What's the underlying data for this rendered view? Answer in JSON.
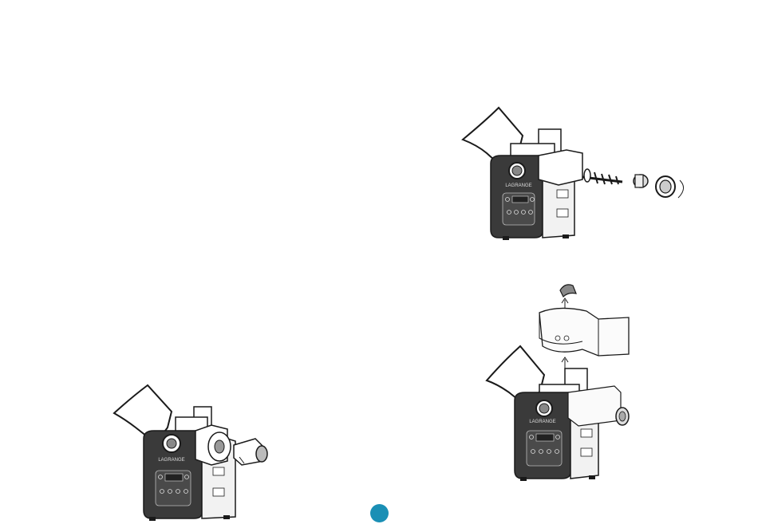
{
  "figures": {
    "top_right": {
      "brand": "LAGRANGE"
    },
    "bottom_left": {
      "brand": "LAGRANGE"
    },
    "bottom_right": {
      "brand": "LAGRANGE"
    }
  },
  "colors": {
    "page_marker": "#1a8fb5",
    "body_dark": "#3a3a3a",
    "outline": "#1a1a1a"
  },
  "icons": [
    "hand-glove-icon",
    "juicer-machine-icon",
    "auger-icon",
    "end-cap-icon",
    "locking-ring-icon",
    "pusher-icon",
    "hopper-icon",
    "rotate-arrow-icon"
  ]
}
